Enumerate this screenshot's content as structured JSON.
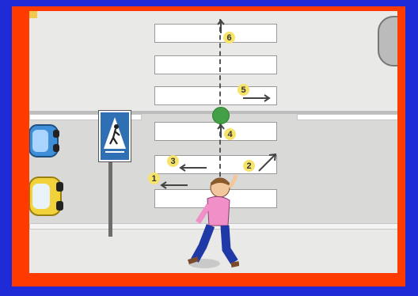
{
  "markers": [
    "1",
    "2",
    "3",
    "4",
    "5",
    "6"
  ],
  "colors": {
    "frame": "#ff3b00",
    "background": "#1f2bd6",
    "path_point": "#43a047",
    "number_badge": "#f6e36a",
    "sign": "#2f6fb3"
  },
  "icons": [
    "pedestrian-crossing-sign-icon",
    "car-icon",
    "pedestrian-icon",
    "arrow-icon"
  ]
}
